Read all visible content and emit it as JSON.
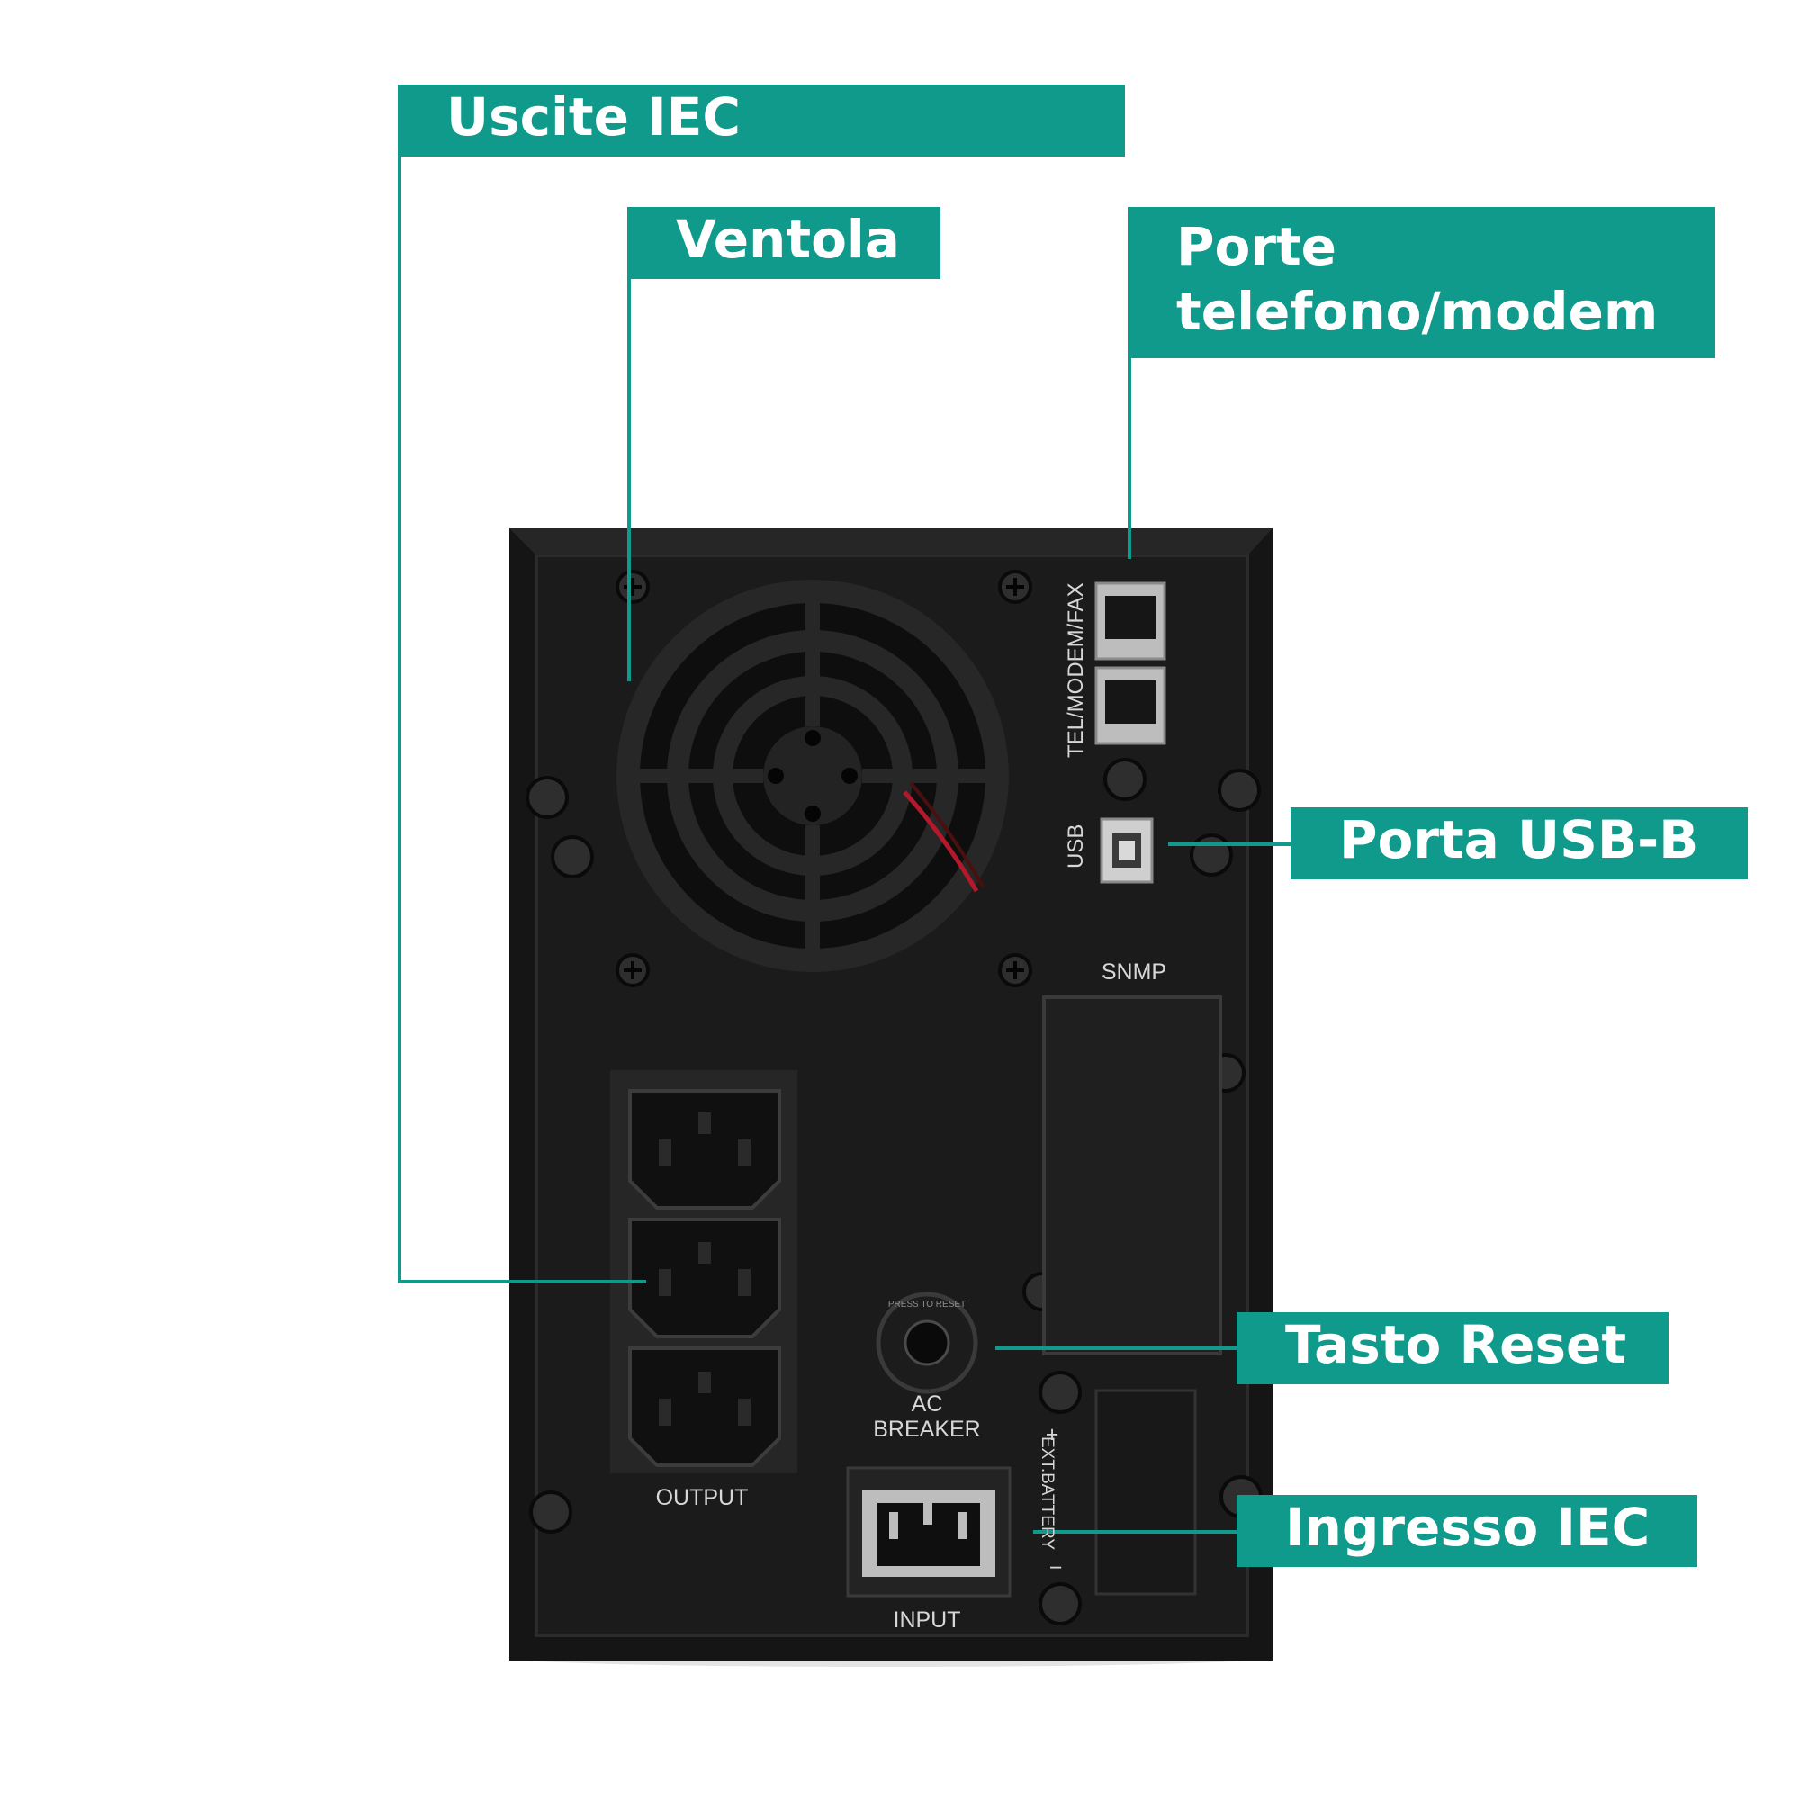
{
  "colors": {
    "accent": "#0f9a8c",
    "device_body": "#141414",
    "panel_text": "#d7d7d7",
    "background": "#ffffff"
  },
  "callouts": {
    "uscite_iec": "Uscite IEC",
    "ventola": "Ventola",
    "porte_line1": "Porte",
    "porte_line2": "telefono/modem",
    "porta_usb": "Porta USB-B",
    "tasto_reset": "Tasto Reset",
    "ingresso_iec": "Ingresso IEC"
  },
  "panel": {
    "tel_label": "TEL/MODEM/FAX",
    "usb_label": "USB",
    "snmp_label": "SNMP",
    "reset_text": "PRESS TO RESET",
    "breaker_line1": "AC",
    "breaker_line2": "BREAKER",
    "ext_battery": "EXT.BATTERY",
    "plus": "+",
    "minus": "−",
    "output_label": "OUTPUT",
    "input_label": "INPUT"
  }
}
